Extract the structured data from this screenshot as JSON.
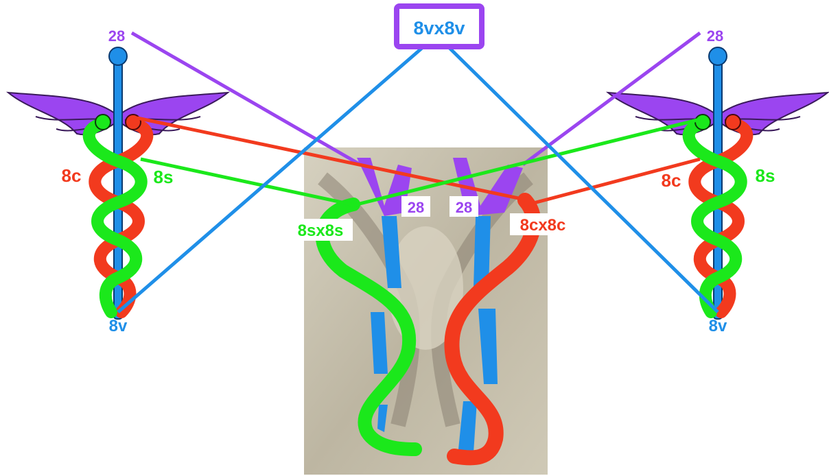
{
  "title": "8vx8v",
  "labels": {
    "left_top": "28",
    "right_top": "28",
    "left_red": "8c",
    "left_green": "8s",
    "right_red": "8c",
    "right_green": "8s",
    "left_bottom": "8v",
    "right_bottom": "8v",
    "center_left_28": "28",
    "center_right_28": "28",
    "center_green": "8sx8s",
    "center_red": "8cx8c"
  },
  "colors": {
    "purple": "#9b45f0",
    "blue": "#1f8fe8",
    "red": "#f23a1e",
    "green": "#1be81b",
    "sepia_bg": "#c9c3b0"
  },
  "icons": {
    "left": "caduceus-icon",
    "right": "caduceus-icon"
  }
}
